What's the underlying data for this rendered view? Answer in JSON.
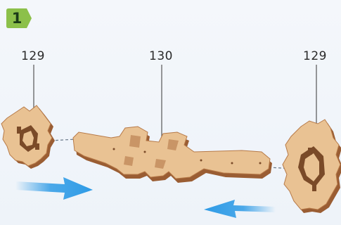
{
  "step": {
    "number": "1"
  },
  "labels": {
    "left_gear": "129",
    "shaft": "130",
    "right_gear": "129"
  },
  "colors": {
    "badge": "#8cc04a",
    "wood": "#e9c293",
    "wood_edge": "#9a5d33",
    "arrow": "#2e9be6"
  }
}
